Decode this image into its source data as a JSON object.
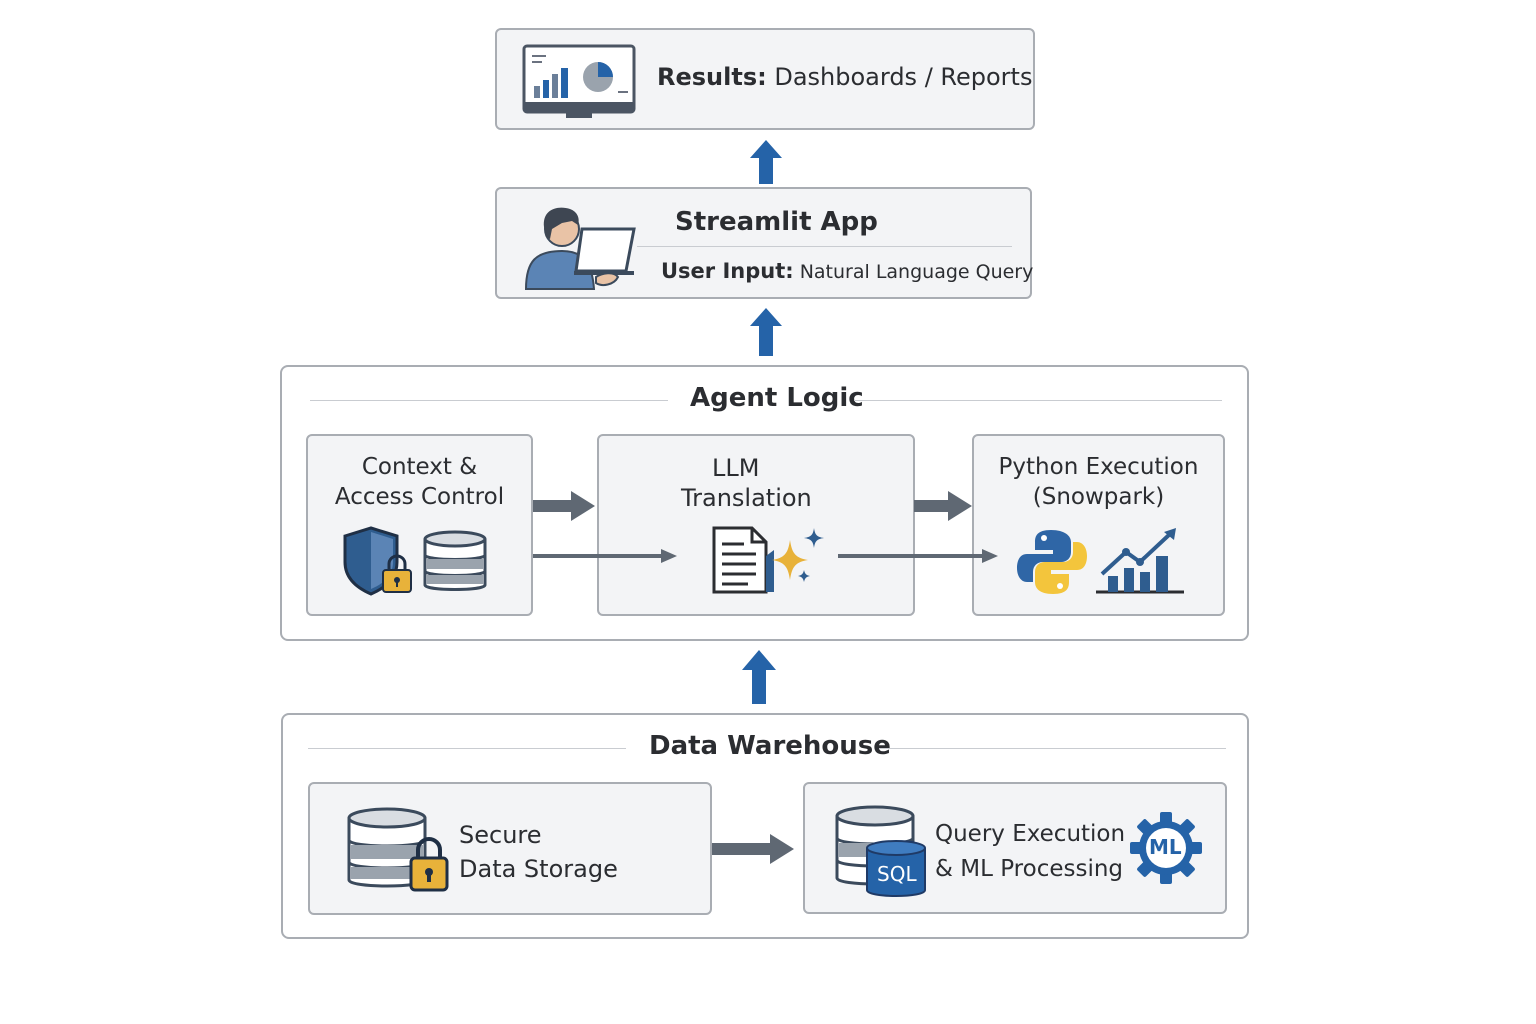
{
  "results": {
    "label_bold": "Results:",
    "label_rest": " Dashboards / Reports",
    "icon": "dashboard-monitor-icon"
  },
  "streamlit": {
    "title": "Streamlit App",
    "input_bold": "User Input:",
    "input_rest": " Natural Language Query",
    "icon": "user-laptop-icon"
  },
  "agent_logic": {
    "title": "Agent Logic",
    "context": {
      "line1": "Context &",
      "line2": "Access Control",
      "icons": [
        "shield-lock-icon",
        "database-icon"
      ]
    },
    "llm": {
      "line1": "LLM",
      "line2": "Translation",
      "icon": "document-sparkle-icon"
    },
    "python": {
      "line1": "Python Execution",
      "line2": "(Snowpark)",
      "icons": [
        "python-logo-icon",
        "growth-chart-icon"
      ]
    }
  },
  "data_warehouse": {
    "title": "Data Warehouse",
    "storage": {
      "line1": "Secure",
      "line2": "Data Storage",
      "icon": "database-lock-icon"
    },
    "query": {
      "line1": "Query Execution",
      "line2": "& ML Processing",
      "sql_label": "SQL",
      "ml_label": "ML",
      "icons": [
        "sql-database-icon",
        "ml-gear-icon"
      ]
    }
  },
  "colors": {
    "accent_blue": "#2563a8",
    "arrow_gray": "#5f6873",
    "lock_yellow": "#e8b23a",
    "python_yellow": "#f3c53c"
  }
}
